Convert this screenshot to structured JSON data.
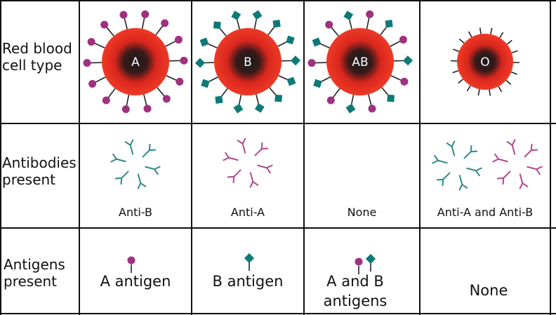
{
  "row_labels": {
    "cell_type": [
      "Red blood",
      "cell type"
    ],
    "antibodies": [
      "Antibodies",
      "present"
    ],
    "antigens": [
      "Antigens",
      "present"
    ]
  },
  "blood_types": [
    {
      "letter": "A",
      "antigen_icons": [
        "A-antigen-icon"
      ],
      "antibody_caption": "Anti-B",
      "antibody_icons": [
        "anti-b-antibody-icon"
      ],
      "antigens_text": [
        "A antigen"
      ]
    },
    {
      "letter": "B",
      "antigen_icons": [
        "B-antigen-icon"
      ],
      "antibody_caption": "Anti-A",
      "antibody_icons": [
        "anti-a-antibody-icon"
      ],
      "antigens_text": [
        "B antigen"
      ]
    },
    {
      "letter": "AB",
      "antigen_icons": [
        "A-antigen-icon",
        "B-antigen-icon"
      ],
      "antibody_caption": "None",
      "antibody_icons": [],
      "antigens_text": [
        "A and B",
        "antigens"
      ]
    },
    {
      "letter": "O",
      "antigen_icons": [],
      "antibody_caption": "Anti-A and Anti-B",
      "antibody_icons": [
        "anti-b-antibody-icon",
        "anti-a-antibody-icon"
      ],
      "antigens_text": [
        "None"
      ]
    }
  ],
  "colors": {
    "a_antigen": "#a0317f",
    "b_antigen": "#0e7a78",
    "anti_b_antibody": "#2f8a87",
    "anti_a_antibody": "#b0488f",
    "cell_outer": "#e8281f",
    "cell_inner": "#222222",
    "grid_line": "#111111"
  }
}
